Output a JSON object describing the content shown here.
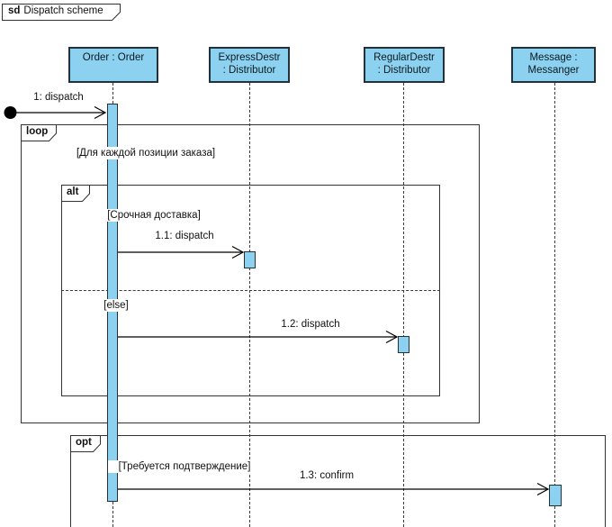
{
  "diagram": {
    "frame_keyword": "sd",
    "frame_title": "Dispatch scheme"
  },
  "lifelines": [
    {
      "id": "order",
      "line1": "Order : Order",
      "line2": ""
    },
    {
      "id": "express",
      "line1": "ExpressDestr",
      "line2": ": Distributor"
    },
    {
      "id": "regular",
      "line1": "RegularDestr",
      "line2": ": Distributor"
    },
    {
      "id": "message",
      "line1": "Message :",
      "line2": "Messanger"
    }
  ],
  "fragments": {
    "loop": {
      "operator": "loop",
      "guard": "[Для каждой позиции заказа]"
    },
    "alt": {
      "operator": "alt",
      "guard_then": "[Срочная доставка]",
      "guard_else": "[else]"
    },
    "opt": {
      "operator": "opt",
      "guard": "[Требуется подтверждение]"
    }
  },
  "messages": {
    "m1": {
      "label": "1: dispatch"
    },
    "m1_1": {
      "label": "1.1: dispatch"
    },
    "m1_2": {
      "label": "1.2: dispatch"
    },
    "m1_3": {
      "label": "1.3: confirm"
    }
  },
  "colors": {
    "lifeline_fill": "#8cd2f0",
    "box_border": "#22313a",
    "frame_border": "#333333",
    "line": "#000000"
  }
}
